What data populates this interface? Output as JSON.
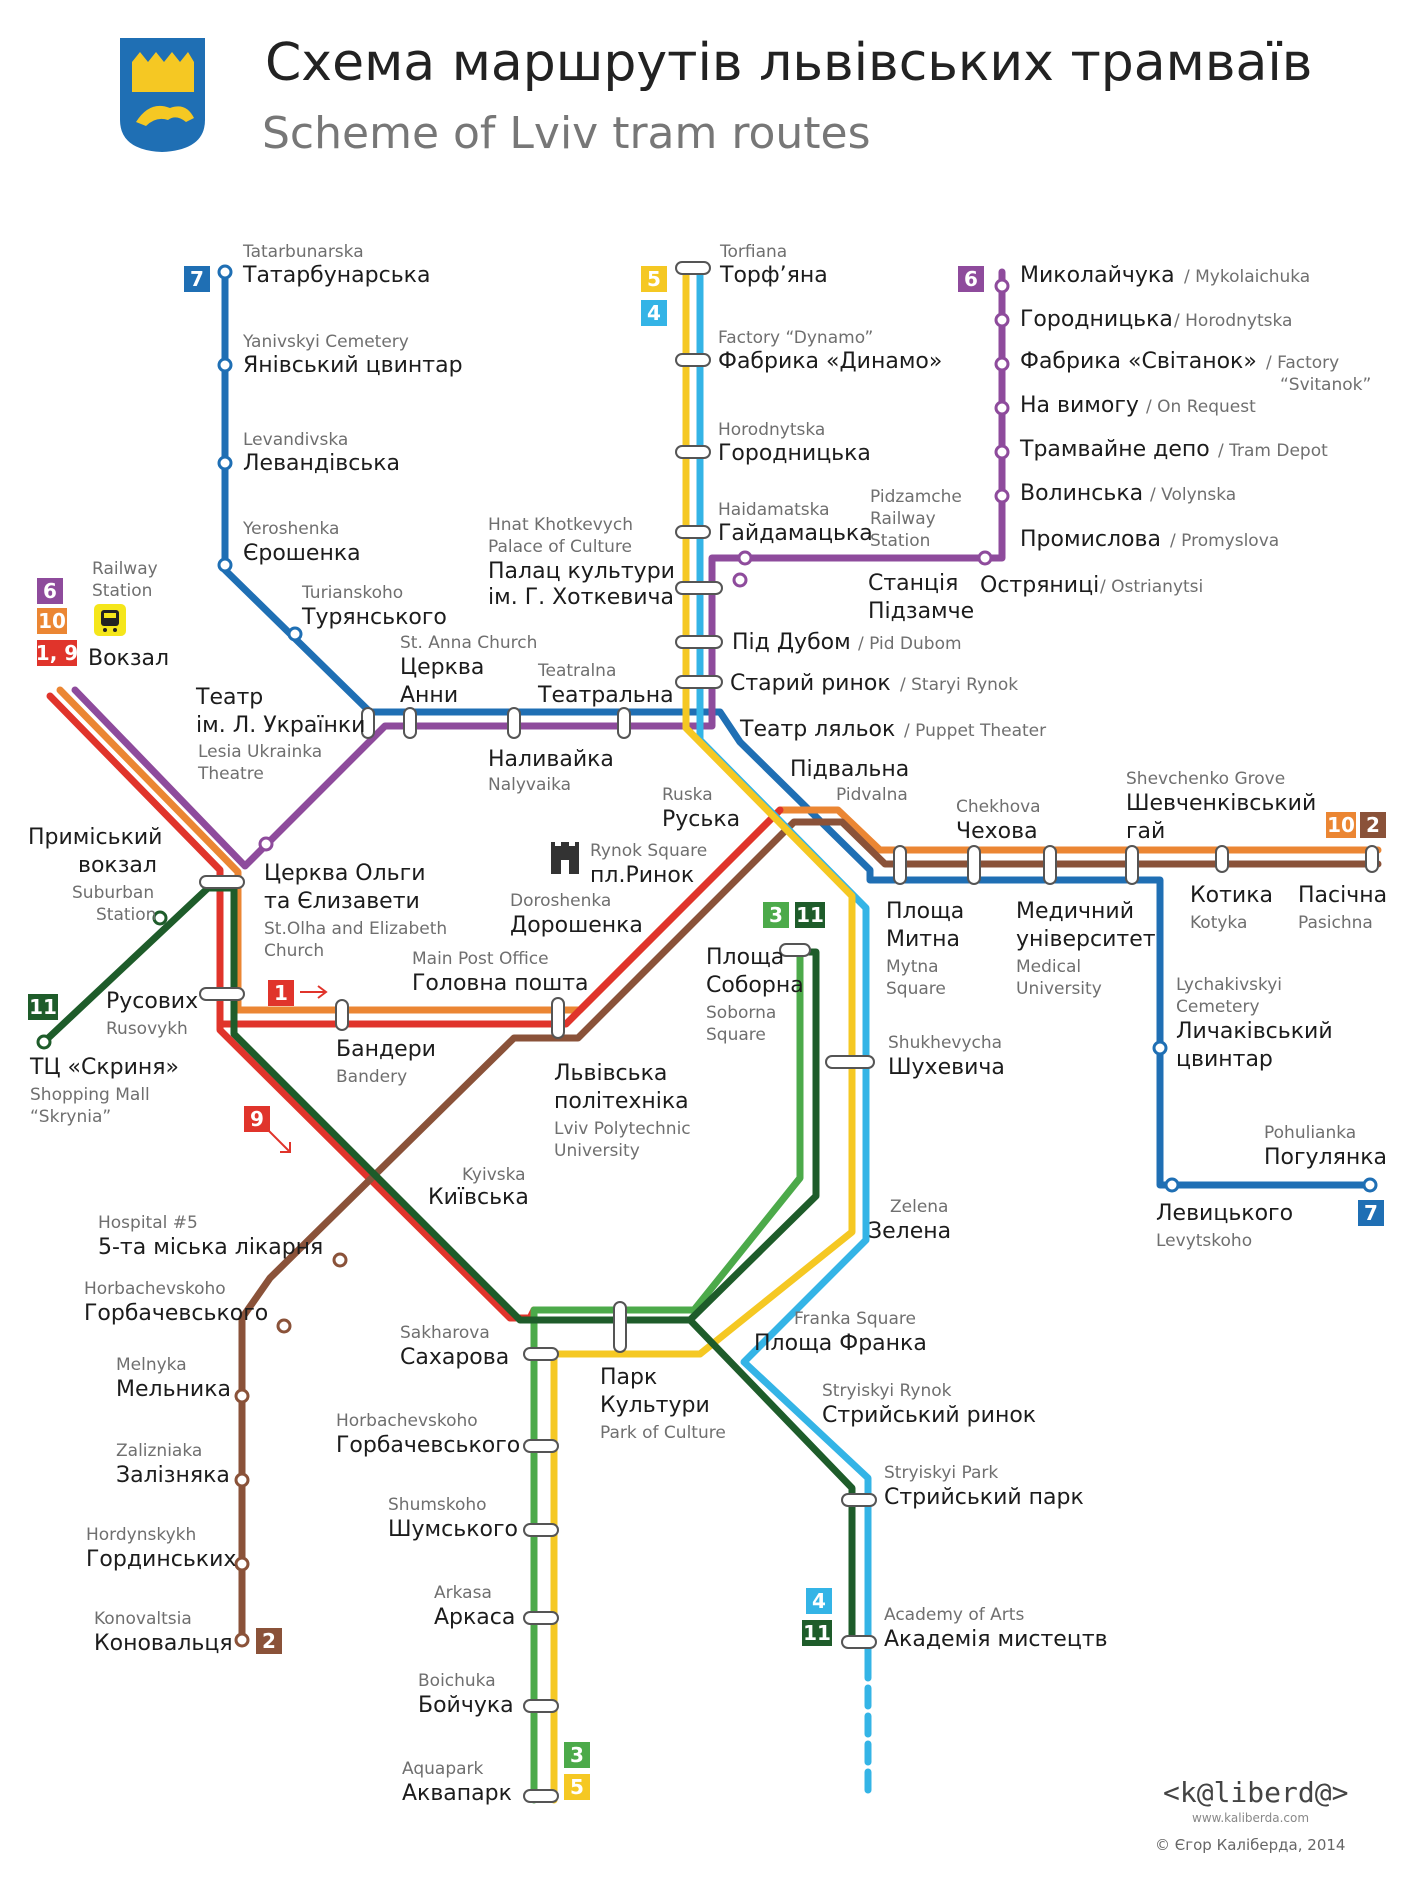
{
  "title": {
    "ua": "Схема маршрутів львівських трамваїв",
    "en": "Scheme of Lviv tram routes"
  },
  "credits": {
    "logo": "<k@liberd@>",
    "site": "www.kaliberda.com",
    "copyright": "© Єгор Каліберда, 2014"
  },
  "colors": {
    "route_1": "#e0342b",
    "route_2": "#8a5239",
    "route_3": "#4caa4a",
    "route_4": "#34b4e6",
    "route_5": "#f5c823",
    "route_6": "#8e4b9c",
    "route_7": "#1f6fb4",
    "route_9": "#e0342b",
    "route_10": "#eb8633",
    "route_11": "#1e5c2a"
  },
  "icons": {
    "coat_of_arms": "lviv-coat-of-arms-icon",
    "railway": "train-icon",
    "rynok": "tower-icon"
  },
  "badges": {
    "b7_top": "7",
    "b5": "5",
    "b4_top": "4",
    "b6_top": "6",
    "b6_left": "6",
    "b10_left": "10",
    "b19": "1, 9",
    "b3_mid": "3",
    "b11_mid": "11",
    "b10_right": "10",
    "b2_right": "2",
    "b11_left": "11",
    "b1": "1",
    "b9": "9",
    "b7_bottom": "7",
    "b2_bottom": "2",
    "b4_bottom": "4",
    "b11_bottom": "11",
    "b3_bottom": "3",
    "b5_bottom": "5"
  },
  "stations": {
    "tatarbunarska": {
      "ua": "Татарбунарська",
      "en": "Tatarbunarska"
    },
    "yanivskyi": {
      "ua": "Янівський цвинтар",
      "en": "Yanivskyi Cemetery"
    },
    "levandivska": {
      "ua": "Левандівська",
      "en": "Levandivska"
    },
    "yeroshenka": {
      "ua": "Єрошенка",
      "en": "Yeroshenka"
    },
    "turianskoho": {
      "ua": "Турянського",
      "en": "Turianskoho"
    },
    "railway_station": {
      "ua": "Вокзал",
      "en1": "Railway",
      "en2": "Station"
    },
    "torfiana": {
      "ua": "Торф’яна",
      "en": "Torfiana"
    },
    "dynamo": {
      "ua": "Фабрика «Динамо»",
      "en": "Factory “Dynamo”"
    },
    "horodnytska1": {
      "ua": "Городницька",
      "en": "Horodnytska"
    },
    "haidamatska": {
      "ua": "Гайдамацька",
      "en": "Haidamatska"
    },
    "pidzamche": {
      "ua1": "Станція",
      "ua2": "Підзамче",
      "en1": "Pidzamche",
      "en2": "Railway",
      "en3": "Station"
    },
    "mykolaichuka": {
      "ua": "Миколайчука",
      "en": "/ Mykolaichuka"
    },
    "horodnytska2": {
      "ua": "Городницька",
      "en": "/ Horodnytska"
    },
    "svitanok": {
      "ua": "Фабрика «Світанок»",
      "en1": "/ Factory",
      "en2": "“Svitanok”"
    },
    "na_vymohu": {
      "ua": "На вимогу",
      "en": "/ On Request"
    },
    "depot": {
      "ua": "Трамвайне депо",
      "en": "/ Tram Depot"
    },
    "volynska": {
      "ua": "Волинська",
      "en": "/ Volynska"
    },
    "promyslova": {
      "ua": "Промислова",
      "en": "/ Promyslova"
    },
    "ostrianytsi": {
      "ua": "Остряниці",
      "en": "/ Ostrianytsi"
    },
    "khotkevych": {
      "ua1": "Палац культури",
      "ua2": "ім. Г. Хоткевича",
      "en1": "Hnat Khotkevych",
      "en2": "Palace of Culture"
    },
    "pid_dubom": {
      "ua": "Під Дубом",
      "en": "/ Pid Dubom"
    },
    "staryi_rynok": {
      "ua": "Старий ринок",
      "en": "/ Staryi Rynok"
    },
    "teatr_lialok": {
      "ua": "Театр ляльок",
      "en": "/ Puppet Theater"
    },
    "tserkva_anny": {
      "ua1": "Церква",
      "ua2": "Анни",
      "en": "St. Anna Church"
    },
    "teatralna": {
      "ua": "Театральна",
      "en": "Teatralna"
    },
    "teatr_ukr": {
      "ua1": "Театр",
      "ua2": "ім. Л. Українки",
      "en1": "Lesia Ukrainka",
      "en2": "Theatre"
    },
    "nalyvaika": {
      "ua": "Наливайка",
      "en": "Nalyvaika"
    },
    "pidvalna": {
      "ua": "Підвальна",
      "en": "Pidvalna"
    },
    "ruska": {
      "ua": "Руська",
      "en": "Ruska"
    },
    "rynok": {
      "ua": "пл.Ринок",
      "en": "Rynok Square"
    },
    "chekhova": {
      "ua": "Чехова",
      "en": "Chekhova"
    },
    "shevchenko": {
      "ua1": "Шевченківський",
      "ua2": "гай",
      "en": "Shevchenko Grove"
    },
    "prymiskyi": {
      "ua1": "Приміський",
      "ua2": "вокзал",
      "en1": "Suburban",
      "en2": "Station"
    },
    "olha": {
      "ua1": "Церква Ольги",
      "ua2": "та Єлизавети",
      "en1": "St.Olha and Elizabeth",
      "en2": "Church"
    },
    "doroshenka": {
      "ua": "Дорошенка",
      "en": "Doroshenka"
    },
    "main_post": {
      "ua": "Головна пошта",
      "en": "Main Post Office"
    },
    "mytna": {
      "ua1": "Площа",
      "ua2": "Митна",
      "en1": "Mytna",
      "en2": "Square"
    },
    "med_univ": {
      "ua1": "Медичний",
      "ua2": "університет",
      "en1": "Medical",
      "en2": "University"
    },
    "kotyka": {
      "ua": "Котика",
      "en": "Kotyka"
    },
    "pasichna": {
      "ua": "Пасічна",
      "en": "Pasichna"
    },
    "soborna": {
      "ua1": "Площа",
      "ua2": "Соборна",
      "en1": "Soborna",
      "en2": "Square"
    },
    "rusovykh": {
      "ua": "Русових",
      "en": "Rusovykh"
    },
    "skrynia": {
      "ua": "ТЦ «Скриня»",
      "en1": "Shopping Mall",
      "en2": "“Skrynia”"
    },
    "bandery": {
      "ua": "Бандери",
      "en": "Bandery"
    },
    "polytechnic": {
      "ua1": "Львівська",
      "ua2": "політехніка",
      "en1": "Lviv Polytechnic",
      "en2": "University"
    },
    "shukhevycha": {
      "ua": "Шухевича",
      "en": "Shukhevycha"
    },
    "lychakiv": {
      "ua1": "Личаківський",
      "ua2": "цвинтар",
      "en1": "Lychakivskyi",
      "en2": "Cemetery"
    },
    "kyivska": {
      "ua": "Київська",
      "en": "Kyivska"
    },
    "hospital5": {
      "ua": "5-та міська лікарня",
      "en": "Hospital #5"
    },
    "zelena": {
      "ua": "Зелена",
      "en": "Zelena"
    },
    "pohulianka": {
      "ua": "Погулянка",
      "en": "Pohulianka"
    },
    "levytskoho": {
      "ua": "Левицького",
      "en": "Levytskoho"
    },
    "horbachevskoho1": {
      "ua": "Горбачевського",
      "en": "Horbachevskoho"
    },
    "sakharova": {
      "ua": "Сахарова",
      "en": "Sakharova"
    },
    "park_kultury": {
      "ua1": "Парк",
      "ua2": "Культури",
      "en": "Park of Culture"
    },
    "franka": {
      "ua": "Площа Франка",
      "en": "Franka Square"
    },
    "melnyka": {
      "ua": "Мельника",
      "en": "Melnyka"
    },
    "stryiskyi_rynok": {
      "ua": "Стрийський ринок",
      "en": "Stryiskyi Rynok"
    },
    "horbachevskoho2": {
      "ua": "Горбачевського",
      "en": "Horbachevskoho"
    },
    "zalizniaka": {
      "ua": "Залізняка",
      "en": "Zalizniaka"
    },
    "stryiskyi_park": {
      "ua": "Стрийський парк",
      "en": "Stryiskyi Park"
    },
    "shumskoho": {
      "ua": "Шумського",
      "en": "Shumskoho"
    },
    "hordynskykh": {
      "ua": "Гординських",
      "en": "Hordynskykh"
    },
    "arkasa": {
      "ua": "Аркаса",
      "en": "Arkasa"
    },
    "konovaltsia": {
      "ua": "Коновальця",
      "en": "Konovaltsia"
    },
    "academy": {
      "ua": "Академія мистецтв",
      "en": "Academy of Arts"
    },
    "boichuka": {
      "ua": "Бойчука",
      "en": "Boichuka"
    },
    "aquapark": {
      "ua": "Аквапарк",
      "en": "Aquapark"
    }
  }
}
